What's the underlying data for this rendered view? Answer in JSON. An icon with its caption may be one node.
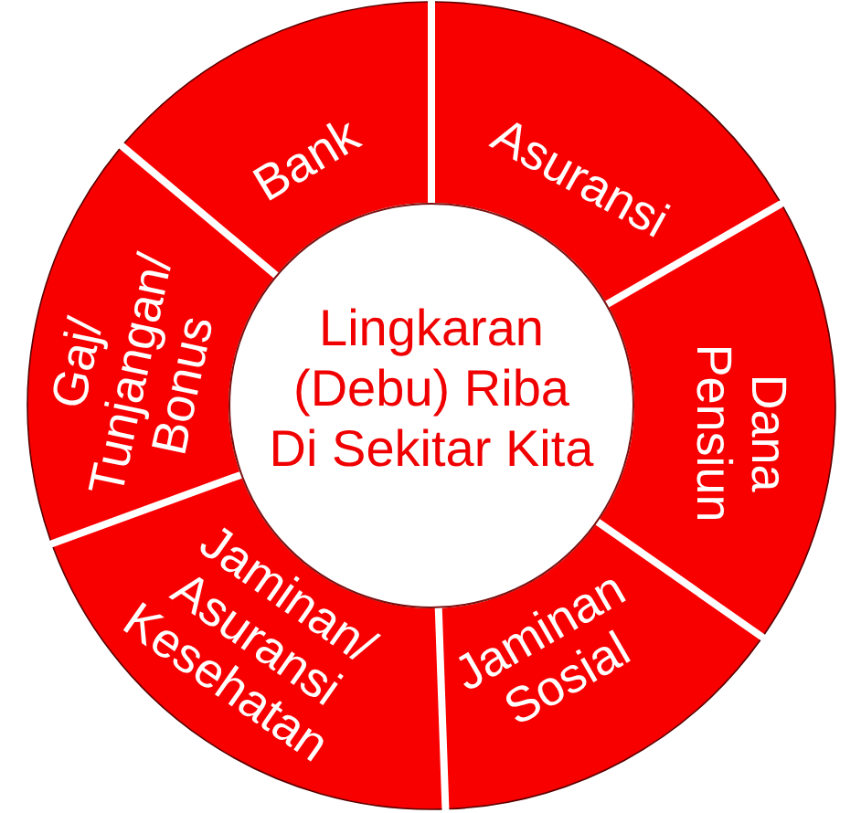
{
  "diagram": {
    "nodes": [
      {
        "text": [
          "Lingkaran (Debu) Riba Di Sekitar Kita"
        ]
      },
      {
        "text": [
          "Bank"
        ]
      },
      {
        "text": [
          "Asuransi"
        ]
      },
      {
        "text": [
          "Dana Pensiun"
        ]
      },
      {
        "text": [
          "Jaminan Sosial"
        ]
      },
      {
        "text": [
          "Jaminan/ Asuransi Kesehatan"
        ]
      },
      {
        "text": [
          "Gaj/ Tunjangan/ Bonus"
        ]
      }
    ]
  }
}
